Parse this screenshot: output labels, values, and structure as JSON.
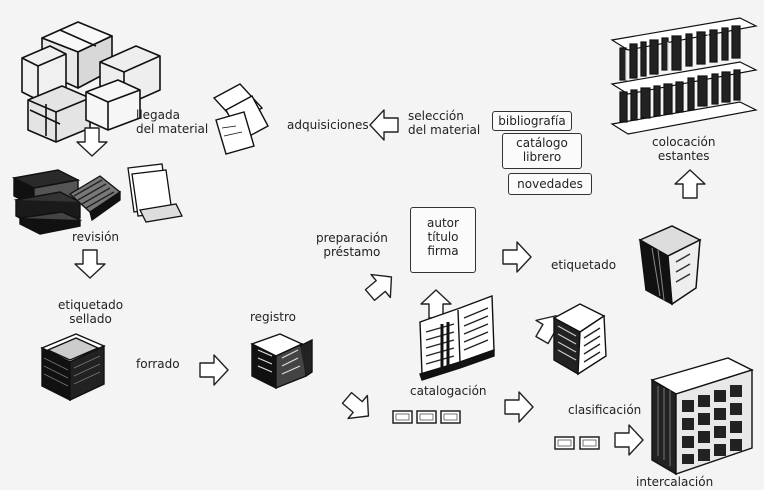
{
  "labels": {
    "llegada": [
      "llegada",
      "del material"
    ],
    "adquisiciones": "adquisiciones",
    "seleccion": [
      "selección",
      "del material"
    ],
    "revision": "revisión",
    "etiquetado_sellado": [
      "etiquetado",
      "sellado"
    ],
    "forrado": "forrado",
    "registro": "registro",
    "preparacion": [
      "preparación",
      "préstamo"
    ],
    "catalogacion": "catalogación",
    "etiquetado": "etiquetado",
    "clasificacion": "clasificación",
    "intercalacion": "intercalación",
    "colocacion": [
      "colocación",
      "estantes"
    ]
  },
  "boxes": {
    "bibliografia": "bibliografía",
    "catalogo": [
      "catálogo",
      "librero"
    ],
    "novedades": "novedades",
    "autor": [
      "autor",
      "título",
      "firma"
    ]
  },
  "icons": [
    "boxes-icon",
    "papers-icon",
    "books-stack-icon",
    "open-books-icon",
    "sealed-books-icon",
    "registry-book-icon",
    "catalog-book-icon",
    "index-cards-icon",
    "labeled-book-icon",
    "spine-book-icon",
    "bookshelf-icon",
    "card-cabinet-icon",
    "arrow-icon"
  ]
}
